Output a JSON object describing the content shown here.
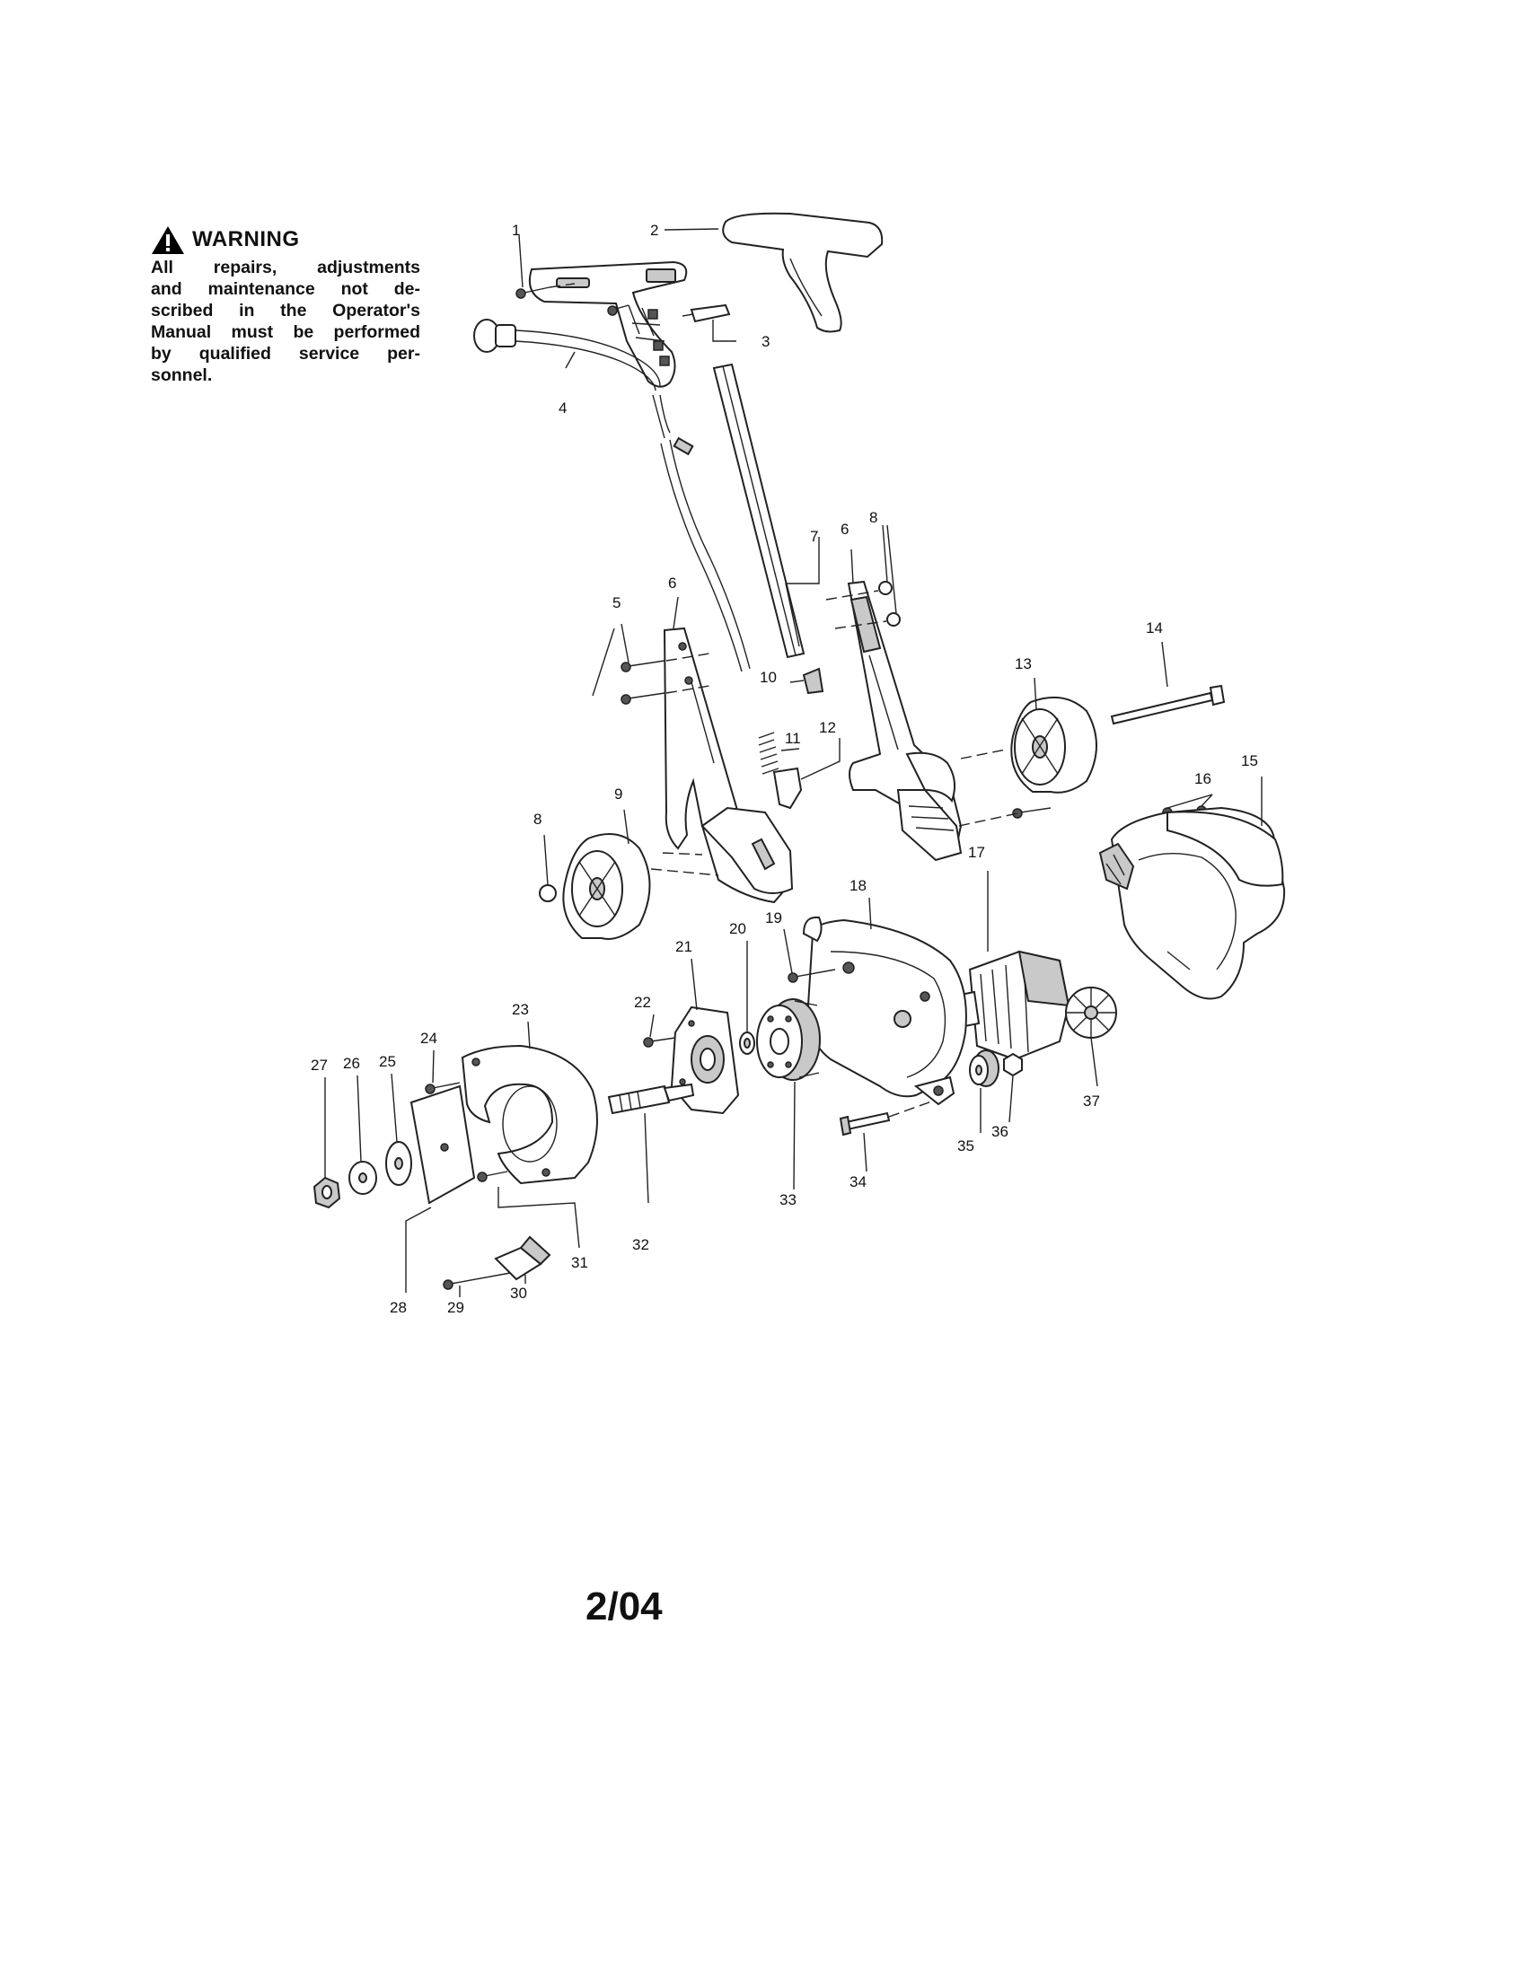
{
  "warning": {
    "icon": "warning-triangle-icon",
    "title": "WARNING",
    "lines": [
      "All repairs, adjustments",
      "and maintenance not de-",
      "scribed in the Operator's",
      "Manual must be performed",
      "by qualified service per-",
      "sonnel."
    ]
  },
  "part_labels": [
    "1",
    "2",
    "3",
    "4",
    "5",
    "6",
    "6",
    "7",
    "8",
    "8",
    "9",
    "10",
    "11",
    "12",
    "13",
    "14",
    "15",
    "16",
    "17",
    "18",
    "19",
    "20",
    "21",
    "22",
    "23",
    "24",
    "25",
    "26",
    "27",
    "28",
    "29",
    "30",
    "31",
    "32",
    "33",
    "34",
    "35",
    "36",
    "37"
  ],
  "date_code": "2/04"
}
